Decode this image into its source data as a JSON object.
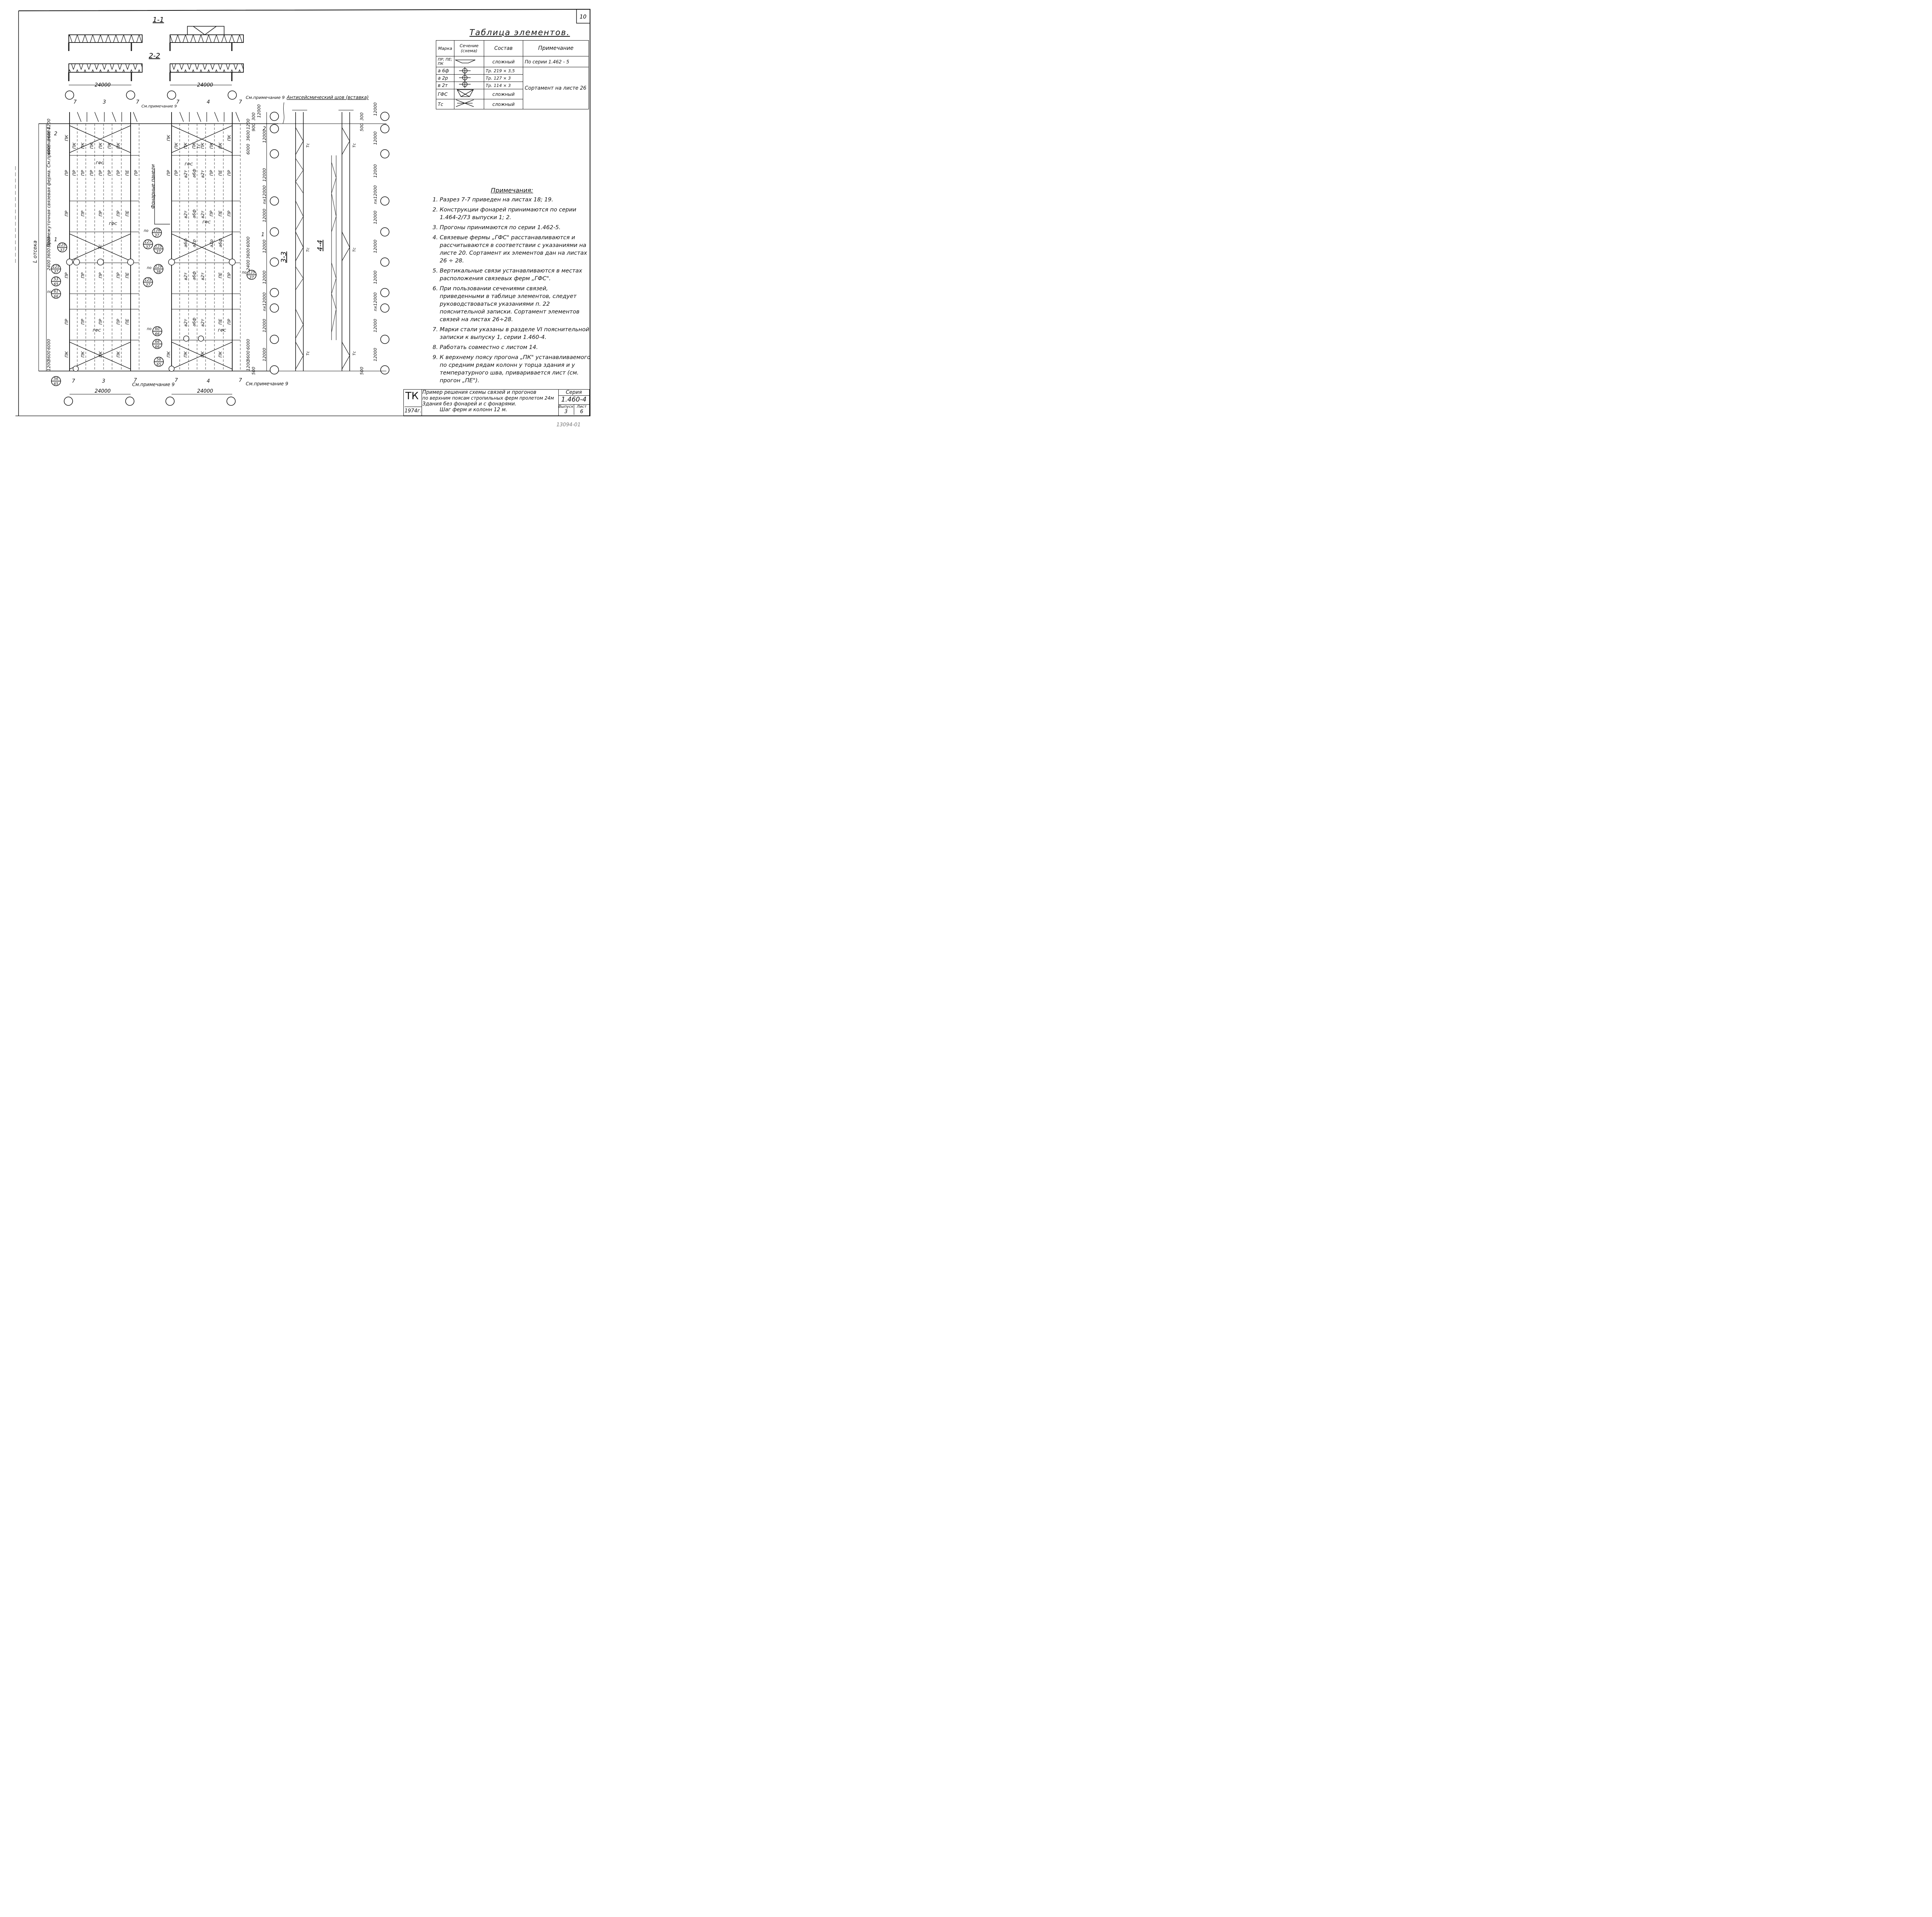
{
  "sheet_number": "10",
  "sections": {
    "s1_1": "1-1",
    "s2_2": "2-2",
    "s3_3": "3-3",
    "s4_4": "4-4",
    "cut_7": "7",
    "cut_3": "3",
    "cut_4": "4",
    "cut_1": "1",
    "cut_2": "2"
  },
  "dimensions": {
    "span": "24000",
    "pitch": "12000",
    "pitch_n": "nx12000",
    "d6000": "6000",
    "d3600": "3600",
    "d1200": "1200",
    "d500": "500",
    "d900": "900",
    "d2400": "2400",
    "d300": "300"
  },
  "plan_labels": {
    "see_note_9": "См.примечание 9",
    "antiseismic_joint": "Антисейсмический шов (вставка)",
    "intermediate_truss": "Промежуточная связевая ферма. См.примечание 4",
    "lantern_panels": "Фонарные панели",
    "l_compartment": "L отсека",
    "marks": [
      "ПР",
      "ПК",
      "ПЕ",
      "ГФС",
      "Тс",
      "а2р",
      "а6ф",
      "в2т"
    ],
    "callouts": [
      {
        "top": "125",
        "bottom": "37"
      },
      {
        "top": "127",
        "bottom": "37"
      },
      {
        "top": "128",
        "bottom": "37"
      },
      {
        "top": "129",
        "bottom": "38"
      },
      {
        "top": "53",
        "bottom": "65"
      },
      {
        "top": "61",
        "bottom": "66"
      },
      {
        "top": "60",
        "bottom": "66"
      },
      {
        "top": "66",
        "bottom": "66"
      },
      {
        "top": "56",
        "bottom": "65"
      }
    ],
    "callout_prefix": "по"
  },
  "elements_table": {
    "title": "Таблица элементов.",
    "headers": [
      "Марка",
      "Сечение (схема)",
      "Состав",
      "Примечание"
    ],
    "rows": [
      {
        "mark": "ПР; ПЕ; ПК",
        "section": "truss-section",
        "composition": "сложный",
        "note": "По серии 1.462 - 5"
      },
      {
        "mark": "а 6ф",
        "section": "tube-section",
        "composition": "Тр. 219 × 3,5",
        "note": ""
      },
      {
        "mark": "а 2р",
        "section": "tube-section",
        "composition": "Тр. 127 × 3",
        "note": "Сортамент на листе 26"
      },
      {
        "mark": "в 2т",
        "section": "tube-section",
        "composition": "Тр. 114 × 3",
        "note": ""
      },
      {
        "mark": "ГФС",
        "section": "brace-truss-section",
        "composition": "сложный",
        "note": ""
      },
      {
        "mark": "Тс",
        "section": "cross-brace-section",
        "composition": "сложный",
        "note": ""
      }
    ]
  },
  "notes": {
    "title": "Примечания:",
    "items": [
      "Разрез 7-7 приведен на листах 18; 19.",
      "Конструкции фонарей принимаются по серии 1.464-2/73 выпуски 1; 2.",
      "Прогоны принимаются по серии 1.462-5.",
      "Связевые фермы „ГФС\" расстанавливаются и рассчитываются в соответствии с указаниями на листе 20. Сортамент их элементов дан на листах 26 ÷ 28.",
      "Вертикальные связи устанавливаются в местах расположения связевых ферм „ГФС\".",
      "При пользовании сечениями связей, приведенными в таблице элементов, следует руководствоваться указаниями п. 22 пояснительной записки. Сортамент элементов связей на листах 26÷28.",
      "Марки стали указаны в разделе VI пояснительной записки к выпуску 1, серии 1.460-4.",
      "Работать совместно с листом 14.",
      "К верхнему поясу прогона „ПК\" устанавливаемого по средним рядам колонн у торца здания и у температурного шва, приваривается лист (см. прогон „ПЕ\")."
    ]
  },
  "title_block": {
    "org": "ТК",
    "year": "1974г.",
    "title_line1": "Пример решения схемы связей и прогонов",
    "title_line2": "по верхним поясам стропильных ферм пролетом 24м",
    "title_line3": "Здания без фонарей и с фонарями.",
    "title_line4": "Шаг ферм и колонн 12 м.",
    "series_label": "Серия",
    "series": "1.460-4",
    "issue_label": "Выпуск",
    "issue": "3",
    "sheet_label": "Лист",
    "sheet": "6"
  },
  "inventory_number": "13094-01"
}
